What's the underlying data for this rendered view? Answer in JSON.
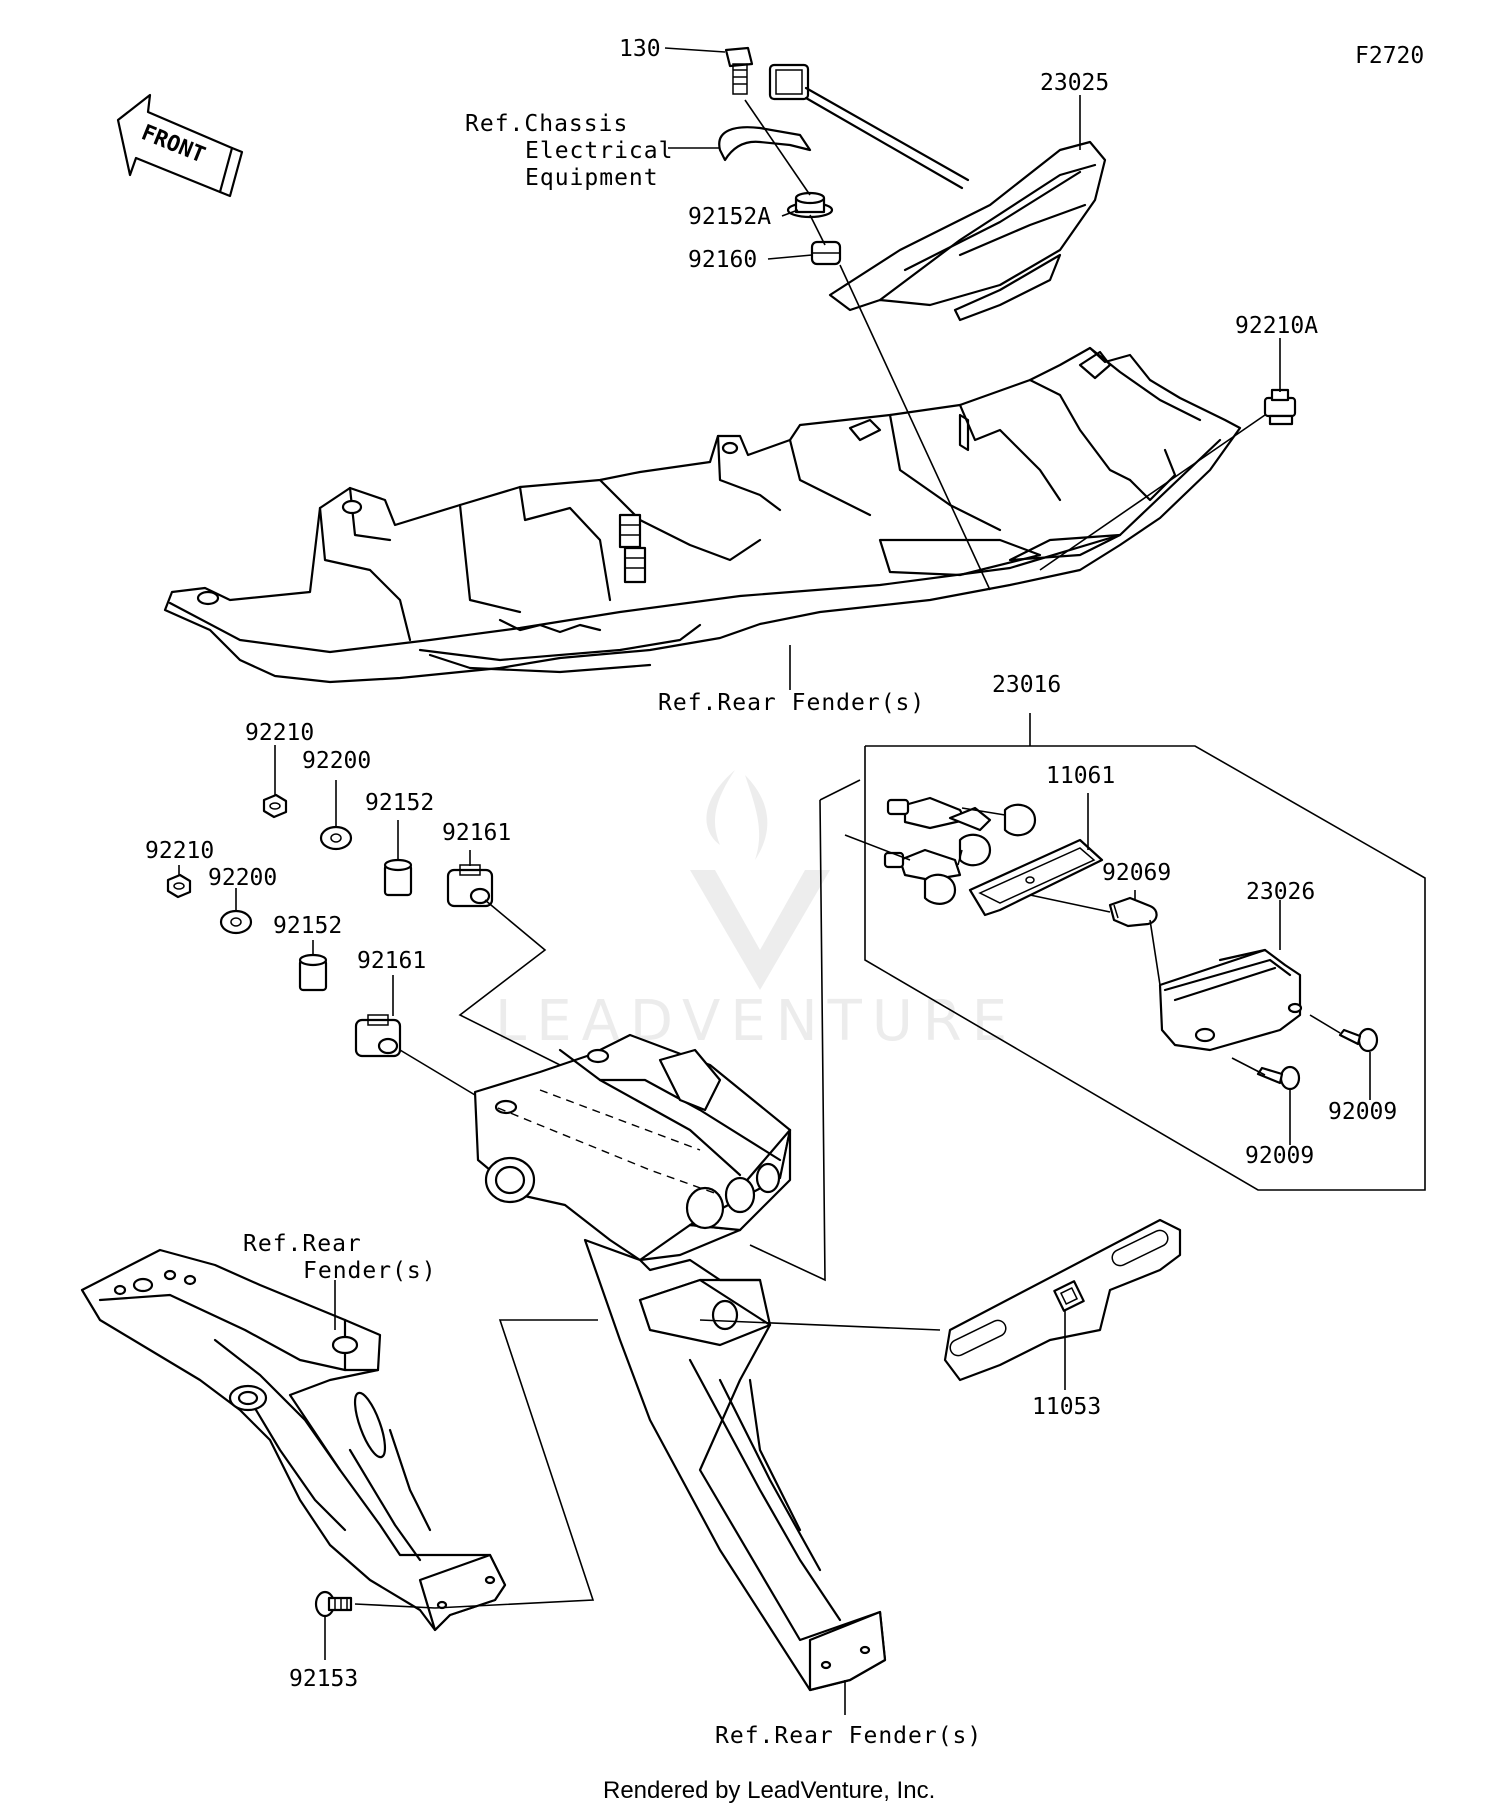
{
  "diagram_code": "F2720",
  "front_arrow": {
    "text": "FRONT",
    "icon": "front-direction-arrow-icon"
  },
  "watermark": {
    "text": "LEADVENTURE",
    "icon": "leadventure-flame-logo-icon"
  },
  "footer": "Rendered by LeadVenture, Inc.",
  "parts": {
    "p130": "130",
    "p23025": "23025",
    "p92152A": "92152A",
    "p92160": "92160",
    "p92210A": "92210A",
    "p23016": "23016",
    "p11061": "11061",
    "p92069": "92069",
    "p23026": "23026",
    "p92009a": "92009",
    "p92009b": "92009",
    "p92210a": "92210",
    "p92200a": "92200",
    "p92152a": "92152",
    "p92161a": "92161",
    "p92210b": "92210",
    "p92200b": "92200",
    "p92152b": "92152",
    "p92161b": "92161",
    "p11053": "11053",
    "p92153": "92153"
  },
  "refs": {
    "chassis_line1": "Ref.Chassis",
    "chassis_line2": "Electrical",
    "chassis_line3": "Equipment",
    "rear_fender_top": "Ref.Rear Fender(s)",
    "rear_fender_left_line1": "Ref.Rear",
    "rear_fender_left_line2": "Fender(s)",
    "rear_fender_bottom": "Ref.Rear Fender(s)"
  }
}
